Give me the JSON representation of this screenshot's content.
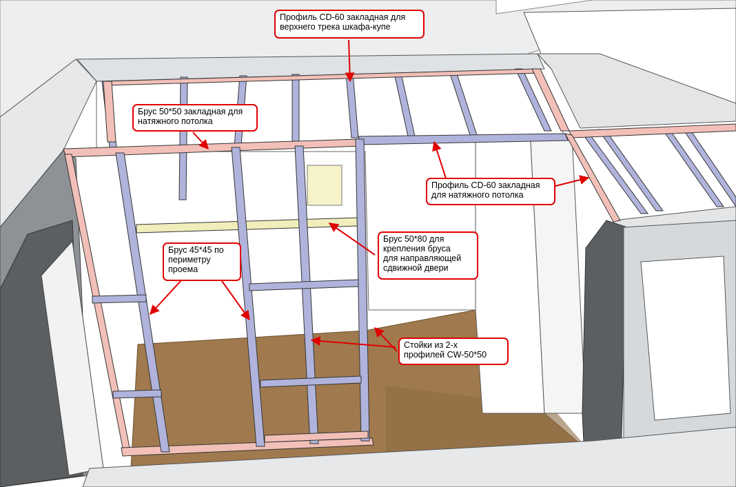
{
  "colors": {
    "annotation": "#e00000",
    "wall_top": "#e6e8ea",
    "wall_side": "#b8bcc0",
    "wall_dark": "#5c5f62",
    "wall_inner": "#ffffff",
    "floor": "#a07a4e",
    "profile": "#b0b4dc",
    "beam_wood": "#f2c0b8",
    "beam_yellow": "#f1eebc",
    "panel": "#f6f3c8",
    "outline": "#333333"
  },
  "annotations": [
    {
      "id": "cd60-top-track",
      "text": "Профиль CD-60 закладная для\nверхнего трека шкафа-купе"
    },
    {
      "id": "beam-50x50-ceiling",
      "text": "Брус 50*50 закладная для\nнатяжного потолка"
    },
    {
      "id": "cd60-ceiling",
      "text": "Профиль CD-60 закладная\nдля натяжного потолка"
    },
    {
      "id": "beam-45x45-opening",
      "text": "Брус 45*45 по\nпериметру\nпроема"
    },
    {
      "id": "beam-50x80-door",
      "text": "Брус 50*80 для\nкрепления бруса\nдля направляющей\nсдвижной двери"
    },
    {
      "id": "studs-cw50",
      "text": "Стойки из 2-х\nпрофилей CW-50*50"
    }
  ]
}
